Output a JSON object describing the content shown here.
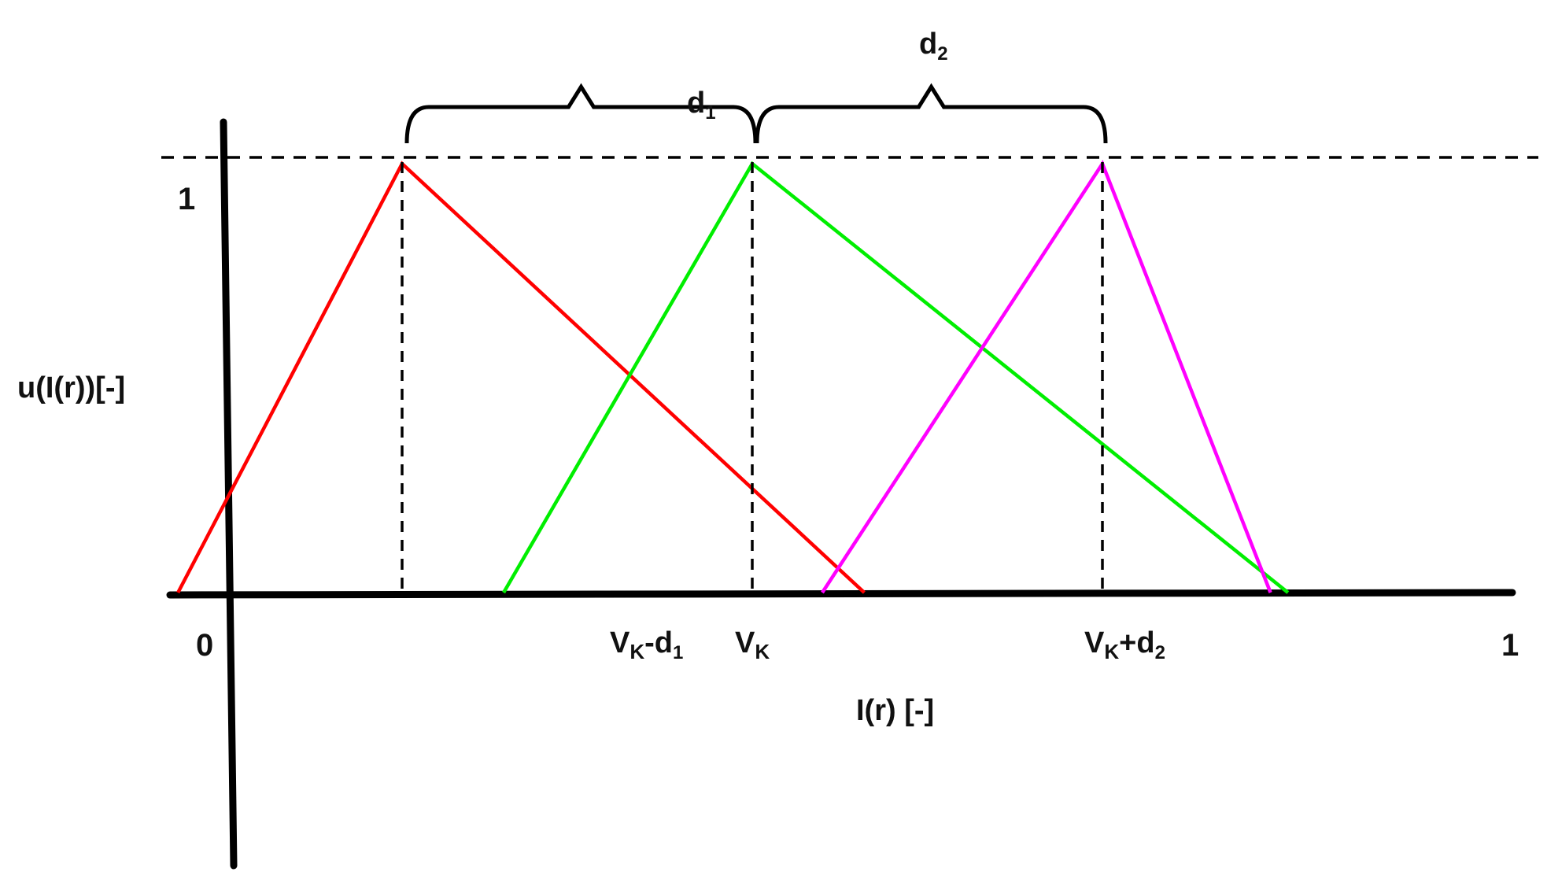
{
  "axes": {
    "y_label": "u(I(r))[-]",
    "x_label": "I(r) [-]",
    "origin_label": "0",
    "x_end_label": "1",
    "y_top_label": "1"
  },
  "markers": [
    {
      "value": -1,
      "base": "V",
      "base_sub": "K",
      "op": "-",
      "term": "d",
      "term_sub": "1"
    },
    {
      "value": 0,
      "base": "V",
      "base_sub": "K",
      "op": "",
      "term": "",
      "term_sub": ""
    },
    {
      "value": 1,
      "base": "V",
      "base_sub": "K",
      "op": "+",
      "term": "d",
      "term_sub": "2"
    }
  ],
  "distances": [
    {
      "name": "d",
      "sub": "1",
      "from": -1,
      "to": 0
    },
    {
      "name": "d",
      "sub": "2",
      "from": 0,
      "to": 1
    }
  ],
  "membership_functions": [
    {
      "color": "#ff0000",
      "points": [
        [
          -1.64,
          0
        ],
        [
          -1,
          1
        ],
        [
          0.32,
          0
        ]
      ]
    },
    {
      "color": "#00ee00",
      "points": [
        [
          -0.71,
          0
        ],
        [
          0,
          1
        ],
        [
          1.53,
          0
        ]
      ]
    },
    {
      "color": "#ff00ff",
      "points": [
        [
          0.2,
          0
        ],
        [
          1,
          1
        ],
        [
          1.48,
          0
        ]
      ]
    }
  ],
  "colors": {
    "axis": "#000000",
    "guides": "#000000"
  }
}
